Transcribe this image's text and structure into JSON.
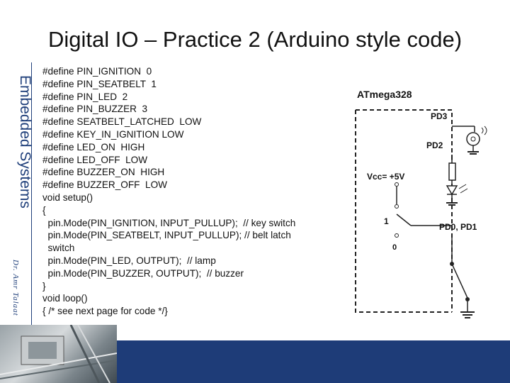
{
  "slide": {
    "title": "Digital IO – Practice 2 (Arduino style code)",
    "side_title": "Embedded Systems",
    "side_author": "Dr. Amr Talaat"
  },
  "code": {
    "lines": [
      "#define PIN_IGNITION  0",
      "#define PIN_SEATBELT  1",
      "#define PIN_LED  2",
      "#define PIN_BUZZER  3",
      "#define SEATBELT_LATCHED  LOW",
      "#define KEY_IN_IGNITION LOW",
      "#define LED_ON  HIGH",
      "#define LED_OFF  LOW",
      "#define BUZZER_ON  HIGH",
      "#define BUZZER_OFF  LOW",
      "void setup()",
      "{",
      "  pin.Mode(PIN_IGNITION, INPUT_PULLUP);  // key switch",
      "  pin.Mode(PIN_SEATBELT, INPUT_PULLUP); // belt latch",
      "  switch",
      "  pin.Mode(PIN_LED, OUTPUT);  // lamp",
      "  pin.Mode(PIN_BUZZER, OUTPUT);  // buzzer",
      "}",
      "void loop()",
      "{ /* see next page for code */}"
    ]
  },
  "circuit": {
    "chip_label": "ATmega328",
    "pd3_label": "PD3",
    "pd2_label": "PD2",
    "vcc_label": "Vᴄᴄ= +5V",
    "switch_one": "1",
    "switch_zero": "0",
    "pd01_label": "PD0, PD1"
  },
  "colors": {
    "accent": "#1f3f7a",
    "footer_band": "#1e3c78"
  }
}
